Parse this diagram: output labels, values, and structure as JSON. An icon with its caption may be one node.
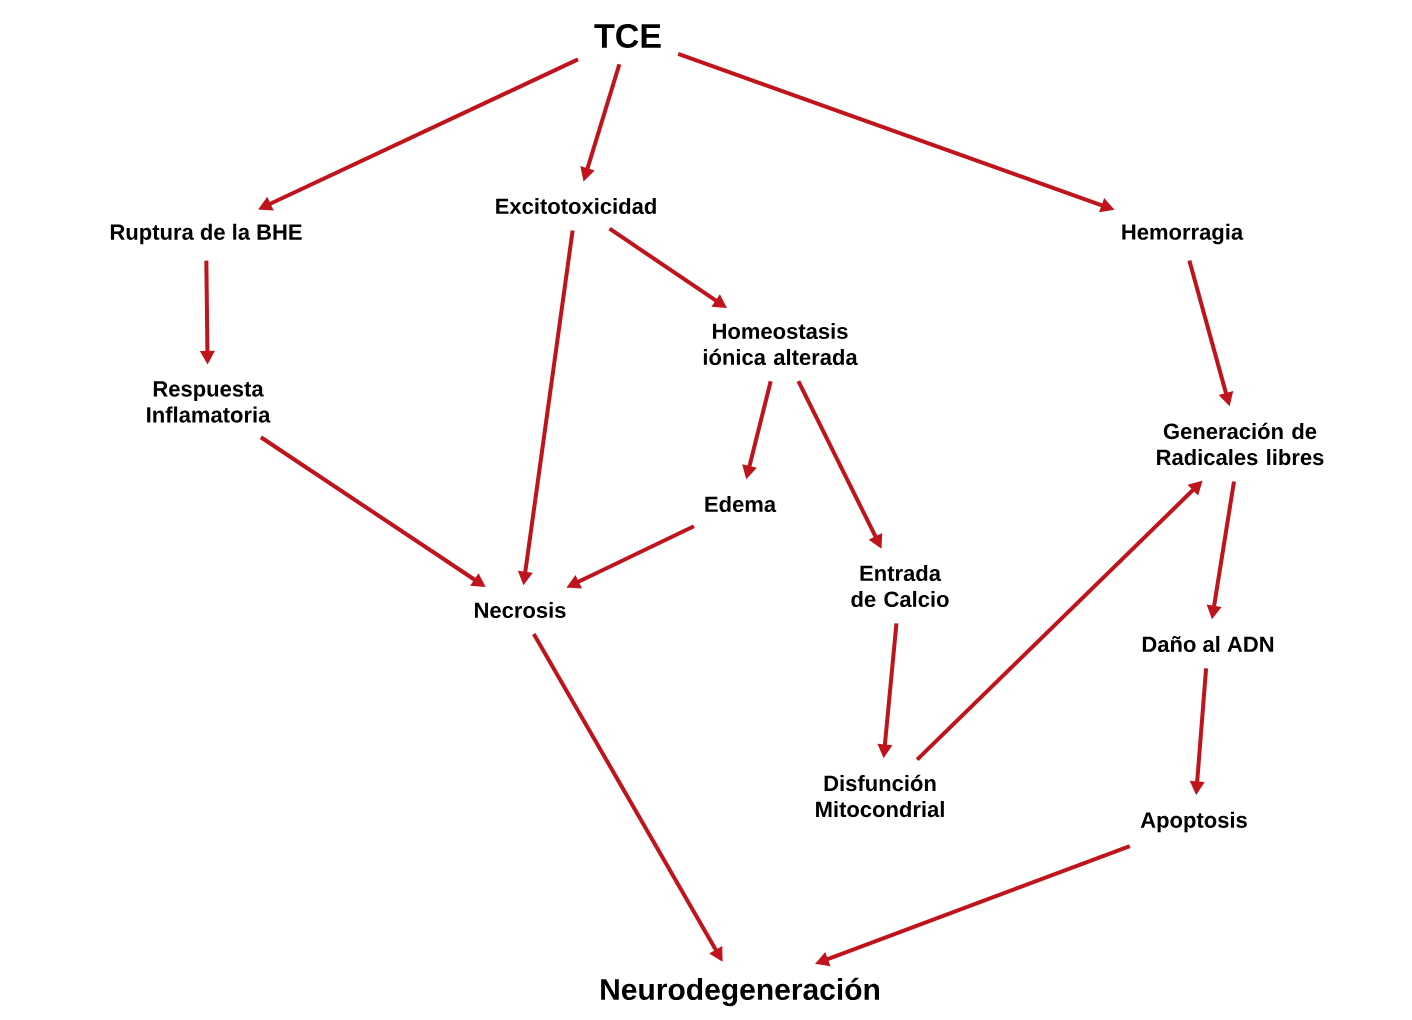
{
  "diagram": {
    "nodes": [
      {
        "text": [
          "TCE"
        ]
      },
      {
        "text": [
          "Ruptura de la BHE"
        ]
      },
      {
        "text": [
          "Excitotoxicidad"
        ]
      },
      {
        "text": [
          "Hemorragia"
        ]
      },
      {
        "text": [
          "Respuesta Inflamatoria"
        ]
      },
      {
        "text": [
          "Homeostasis iónica alterada"
        ]
      },
      {
        "text": [
          "Edema"
        ]
      },
      {
        "text": [
          "Necrosis"
        ]
      },
      {
        "text": [
          "Entrada de Calcio"
        ]
      },
      {
        "text": [
          "Generación de Radicales libres"
        ]
      },
      {
        "text": [
          "Daño al ADN"
        ]
      },
      {
        "text": [
          "Disfunción Mitocondrial"
        ]
      },
      {
        "text": [
          "Apoptosis"
        ]
      },
      {
        "text": [
          "Neurodegeneración"
        ]
      }
    ],
    "edges": [
      {
        "from": 0,
        "to": 1,
        "arrow": "to"
      },
      {
        "from": 0,
        "to": 2,
        "arrow": "to"
      },
      {
        "from": 0,
        "to": 3,
        "arrow": "to"
      },
      {
        "from": 1,
        "to": 4,
        "arrow": "to"
      },
      {
        "from": 2,
        "to": 5,
        "arrow": "to"
      },
      {
        "from": 2,
        "to": 7,
        "arrow": "to"
      },
      {
        "from": 4,
        "to": 7,
        "arrow": "to"
      },
      {
        "from": 5,
        "to": 6,
        "arrow": "to"
      },
      {
        "from": 6,
        "to": 7,
        "arrow": "to"
      },
      {
        "from": 5,
        "to": 8,
        "arrow": "to"
      },
      {
        "from": 8,
        "to": 11,
        "arrow": "to"
      },
      {
        "from": 11,
        "to": 9,
        "arrow": "to"
      },
      {
        "from": 3,
        "to": 9,
        "arrow": "to"
      },
      {
        "from": 9,
        "to": 10,
        "arrow": "to"
      },
      {
        "from": 10,
        "to": 12,
        "arrow": "to"
      },
      {
        "from": 7,
        "to": 13,
        "arrow": "to"
      },
      {
        "from": 12,
        "to": 13,
        "arrow": "to"
      }
    ]
  }
}
